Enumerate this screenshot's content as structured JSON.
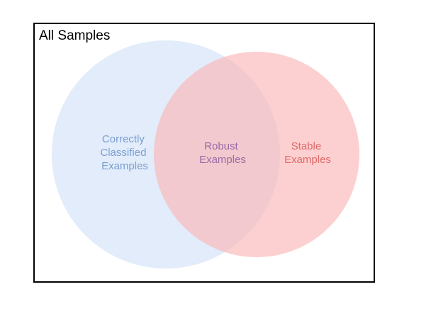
{
  "diagram": {
    "title": "All Samples",
    "sets": [
      {
        "id": "correctly-classified",
        "lines": [
          "Correctly",
          "Classified",
          "Examples"
        ],
        "fill": "#d8e6f8",
        "fill_opacity": 0.75,
        "label_color": "#7b9fd0"
      },
      {
        "id": "stable",
        "lines": [
          "Stable",
          "Examples"
        ],
        "fill": "#fbb7b7",
        "fill_opacity": 0.65,
        "label_color": "#e06a6a"
      }
    ],
    "intersection": {
      "lines": [
        "Robust",
        "Examples"
      ],
      "label_color": "#9a6aa8"
    },
    "frame_color": "#000000"
  }
}
